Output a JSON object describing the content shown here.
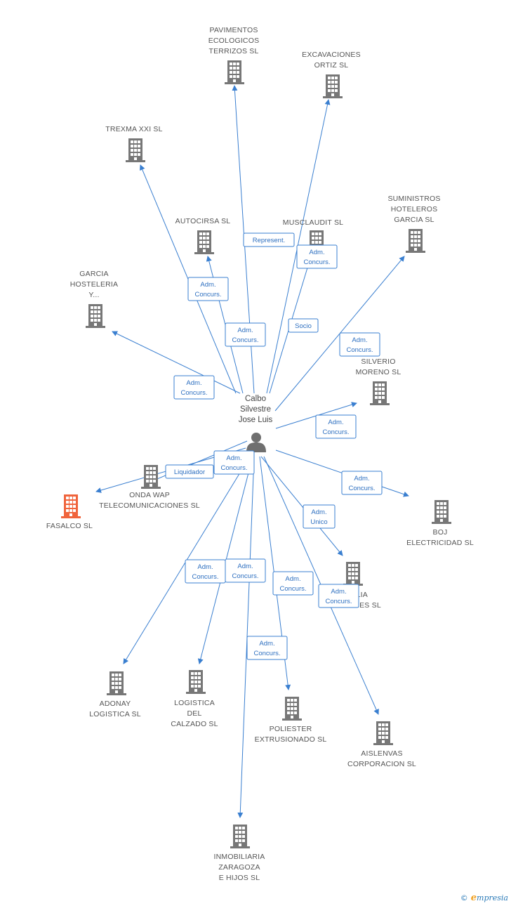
{
  "center": {
    "id": "person",
    "lines": [
      "Calbo",
      "Silvestre",
      "Jose Luis"
    ],
    "icon": "person-icon"
  },
  "colors": {
    "edge": "#3a7fd0",
    "node": "#777777",
    "highlight": "#f0643c"
  },
  "nodes": [
    {
      "id": "pavimentos",
      "lines": [
        "PAVIMENTOS",
        "ECOLOGICOS",
        "TERRIZOS SL"
      ],
      "icon": "building-icon"
    },
    {
      "id": "excavaciones",
      "lines": [
        "EXCAVACIONES",
        "ORTIZ SL"
      ],
      "icon": "building-icon"
    },
    {
      "id": "trexma",
      "lines": [
        "TREXMA XXI SL"
      ],
      "icon": "building-icon"
    },
    {
      "id": "suministros",
      "lines": [
        "SUMINISTROS",
        "HOTELEROS",
        "GARCIA SL"
      ],
      "icon": "building-icon"
    },
    {
      "id": "autocirsa",
      "lines": [
        "AUTOCIRSA SL"
      ],
      "icon": "building-icon"
    },
    {
      "id": "musclaudit",
      "lines": [
        "MUSCLAUDIT SL"
      ],
      "icon": "building-icon"
    },
    {
      "id": "garcia",
      "lines": [
        "GARCIA",
        "HOSTELERIA",
        "Y..."
      ],
      "icon": "building-icon"
    },
    {
      "id": "silverio",
      "lines": [
        "SILVERIO",
        "MORENO SL"
      ],
      "icon": "building-icon"
    },
    {
      "id": "ondawap",
      "lines": [
        "ONDA WAP",
        "TELECOMUNICACIONES SL"
      ],
      "icon": "building-icon"
    },
    {
      "id": "fasalco",
      "lines": [
        "FASALCO SL"
      ],
      "icon": "building-icon",
      "highlight": true
    },
    {
      "id": "boj",
      "lines": [
        "BOJ",
        "ELECTRICIDAD SL"
      ],
      "icon": "building-icon"
    },
    {
      "id": "exalia",
      "lines": [
        "EXALIA",
        "ASESORES SL"
      ],
      "icon": "building-icon"
    },
    {
      "id": "adonay",
      "lines": [
        "ADONAY",
        "LOGISTICA SL"
      ],
      "icon": "building-icon"
    },
    {
      "id": "logistica",
      "lines": [
        "LOGISTICA",
        "DEL",
        "CALZADO SL"
      ],
      "icon": "building-icon"
    },
    {
      "id": "poliester",
      "lines": [
        "POLIESTER",
        "EXTRUSIONADO SL"
      ],
      "icon": "building-icon"
    },
    {
      "id": "aislenvas",
      "lines": [
        "AISLENVAS",
        "CORPORACION SL"
      ],
      "icon": "building-icon"
    },
    {
      "id": "inmobiliaria",
      "lines": [
        "INMOBILIARIA",
        "ZARAGOZA",
        "E HIJOS SL"
      ],
      "icon": "building-icon"
    }
  ],
  "edges": [
    {
      "to": "pavimentos",
      "label": [
        "Represent."
      ]
    },
    {
      "to": "excavaciones",
      "label": [
        "Adm.",
        "Concurs."
      ]
    },
    {
      "to": "trexma",
      "label": [
        "Adm.",
        "Concurs."
      ]
    },
    {
      "to": "suministros",
      "label": [
        "Adm.",
        "Concurs."
      ]
    },
    {
      "to": "autocirsa",
      "label": [
        "Adm.",
        "Concurs."
      ]
    },
    {
      "to": "musclaudit",
      "label": [
        "Socio"
      ]
    },
    {
      "to": "garcia",
      "label": [
        "Adm.",
        "Concurs."
      ]
    },
    {
      "to": "silverio",
      "label": [
        "Adm.",
        "Concurs."
      ]
    },
    {
      "to": "ondawap",
      "label": [
        "Adm.",
        "Concurs."
      ]
    },
    {
      "to": "fasalco",
      "label": [
        "Liquidador"
      ]
    },
    {
      "to": "boj",
      "label": [
        "Adm.",
        "Concurs."
      ]
    },
    {
      "to": "exalia",
      "label": [
        "Adm.",
        "Unico"
      ]
    },
    {
      "to": "adonay",
      "label": [
        "Adm.",
        "Concurs."
      ]
    },
    {
      "to": "logistica",
      "label": [
        "Adm.",
        "Concurs."
      ]
    },
    {
      "to": "poliester",
      "label": [
        "Adm.",
        "Concurs."
      ]
    },
    {
      "to": "aislenvas",
      "label": [
        "Adm.",
        "Concurs."
      ]
    },
    {
      "to": "inmobiliaria",
      "label": [
        "Adm.",
        "Concurs."
      ]
    }
  ],
  "footer": {
    "copyright": "©",
    "brand_first": "e",
    "brand_rest": "mpresia"
  }
}
